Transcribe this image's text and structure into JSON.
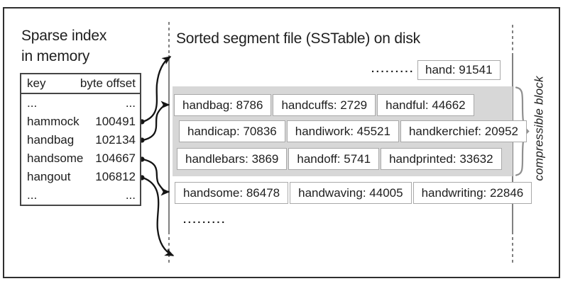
{
  "left": {
    "title_line1": "Sparse index",
    "title_line2": "in memory",
    "table": {
      "header_key": "key",
      "header_offset": "byte offset",
      "rows": [
        {
          "key": "...",
          "offset": "..."
        },
        {
          "key": "hammock",
          "offset": "100491"
        },
        {
          "key": "handbag",
          "offset": "102134"
        },
        {
          "key": "handsome",
          "offset": "104667"
        },
        {
          "key": "hangout",
          "offset": "106812"
        },
        {
          "key": "...",
          "offset": "..."
        }
      ]
    }
  },
  "right": {
    "title": "Sorted segment file (SSTable) on disk",
    "top_ellipsis": ".........",
    "hand_box": "hand: 91541",
    "block_rows": [
      {
        "cells": [
          "handbag: 8786",
          "handcuffs: 2729",
          "handful: 44662"
        ]
      },
      {
        "cells": [
          "handicap: 70836",
          "handiwork: 45521",
          "handkerchief: 20952"
        ]
      },
      {
        "cells": [
          "handlebars: 3869",
          "handoff: 5741",
          "handprinted: 33632"
        ]
      }
    ],
    "outside_row": {
      "cells": [
        "handsome: 86478",
        "handwaving: 44005",
        "handwriting: 22846"
      ]
    },
    "bottom_ellipsis": "........."
  },
  "brace_label": "compressible block",
  "colors": {
    "gray_block": "#d7d7d7",
    "box_border": "#a9a9a9",
    "ink": "#1e1e1e"
  }
}
